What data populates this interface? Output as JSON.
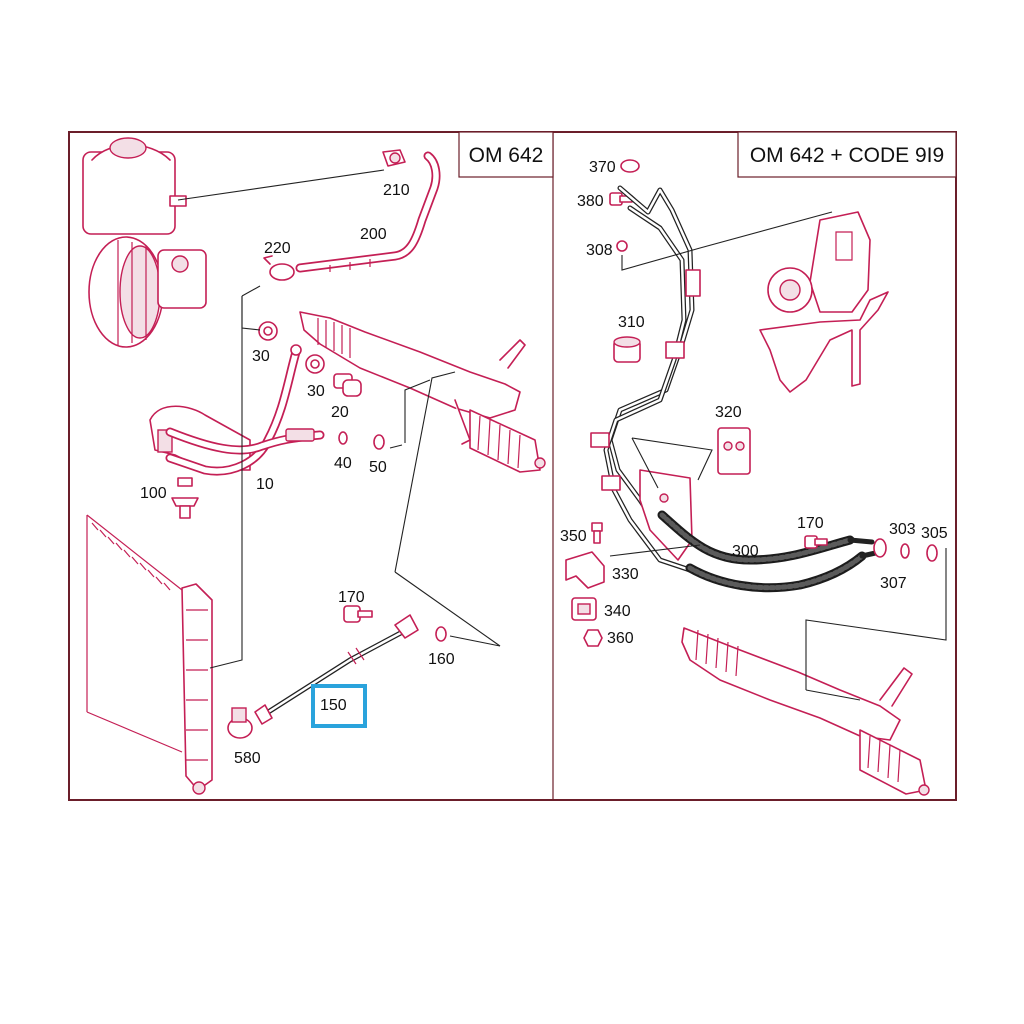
{
  "panels": {
    "left_title": "OM 642",
    "right_title": "OM 642 + CODE 9I9"
  },
  "callouts": {
    "c210": "210",
    "c200": "200",
    "c220": "220",
    "c30a": "30",
    "c30b": "30",
    "c20": "20",
    "c40": "40",
    "c50": "50",
    "c10": "10",
    "c100": "100",
    "c170_left": "170",
    "c160": "160",
    "c150": "150",
    "c580": "580",
    "c370": "370",
    "c380": "380",
    "c308": "308",
    "c310": "310",
    "c320": "320",
    "c350": "350",
    "c330": "330",
    "c340": "340",
    "c360": "360",
    "c300": "300",
    "c170_right": "170",
    "c303": "303",
    "c305": "305",
    "c307": "307"
  },
  "highlight": {
    "selected_callout": "150",
    "color": "#2aa3dc"
  },
  "colors": {
    "part_line": "#c41f55",
    "frame": "#6b1e2a"
  }
}
